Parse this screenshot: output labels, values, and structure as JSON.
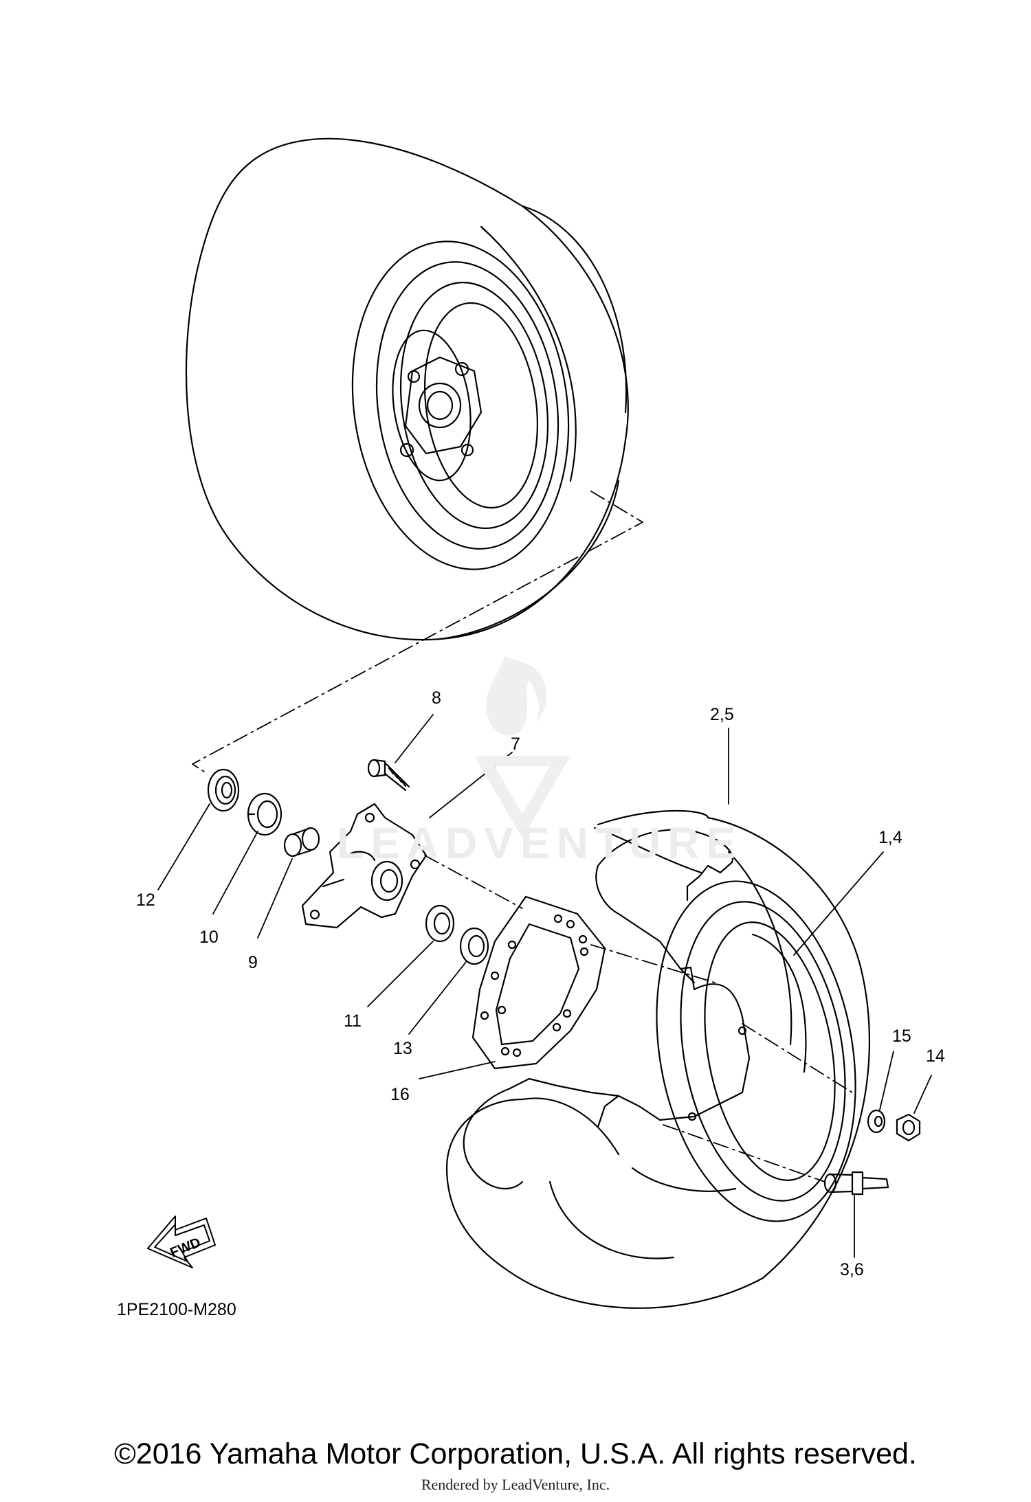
{
  "labels": {
    "p8": "8",
    "p7": "7",
    "p25": "2,5",
    "p14": "1,4",
    "p12": "12",
    "p10": "10",
    "p9": "9",
    "p11": "11",
    "p13": "13",
    "p16": "16",
    "p15": "15",
    "p14b": "14",
    "p36": "3,6"
  },
  "fwd_label": "FWD",
  "diagram_code": "1PE2100-M280",
  "watermark_text": "LEADVENTURE",
  "copyright": "©2016 Yamaha Motor Corporation, U.S.A. All rights reserved.",
  "rendered_by": "Rendered by LeadVenture, Inc."
}
